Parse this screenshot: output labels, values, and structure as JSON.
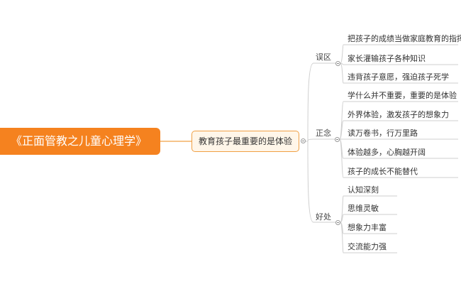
{
  "root": {
    "label": "《正面管教之儿童心理学》"
  },
  "main": {
    "label": "教育孩子最重要的是体验"
  },
  "categories": [
    {
      "label": "误区",
      "items": [
        "把孩子的成绩当做家庭教育的指挥棒",
        "家长灌输孩子各种知识",
        "违背孩子意愿，强迫孩子死学"
      ]
    },
    {
      "label": "正念",
      "items": [
        "学什么并不重要，重要的是体验",
        "外界体验，激发孩子的想象力",
        "读万卷书，行万里路",
        "体验越多，心胸越开阔",
        "孩子的成长不能替代"
      ]
    },
    {
      "label": "好处",
      "items": [
        "认知深刻",
        "思维灵敏",
        "想象力丰富",
        "交流能力强"
      ]
    }
  ],
  "colors": {
    "root_fill": "#f5821f",
    "main_border": "#f0a044",
    "main_fill": "#fff6e9",
    "connector": "#cfcfcf"
  }
}
